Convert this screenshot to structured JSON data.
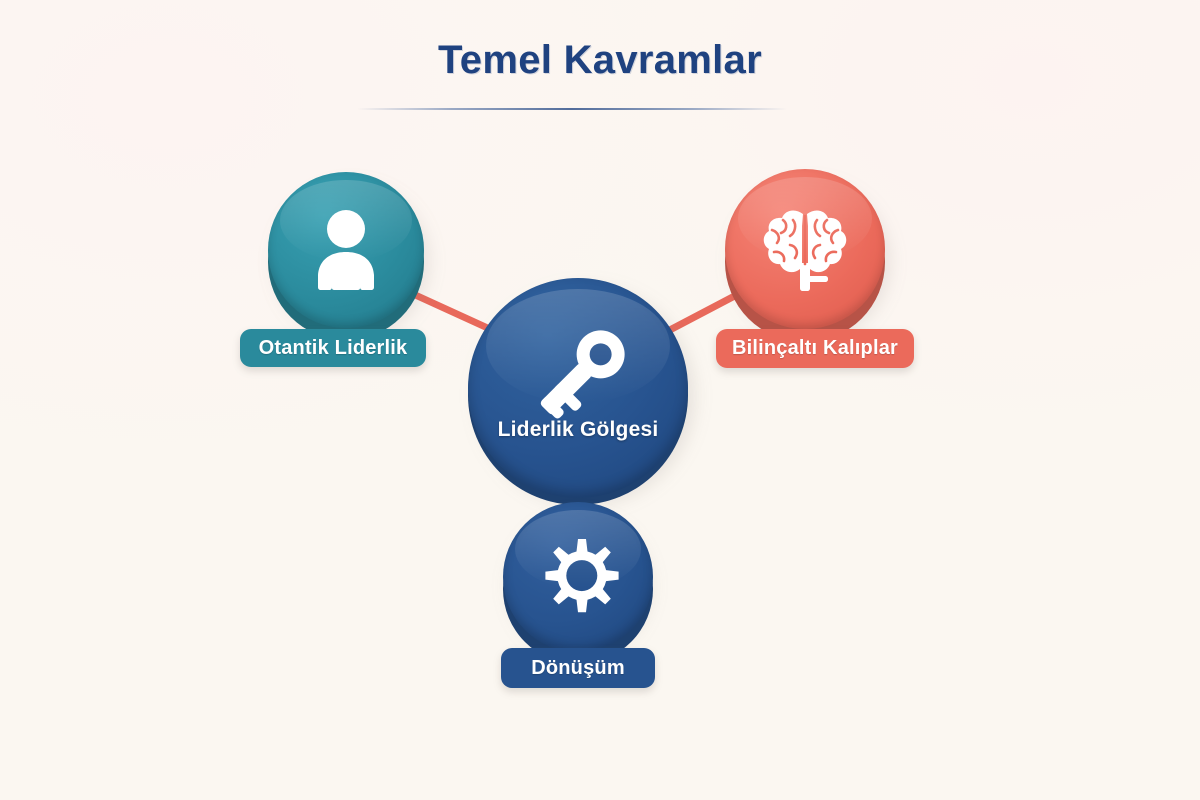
{
  "header": {
    "title": "Temel Kavramlar"
  },
  "diagram": {
    "type": "hub-and-spoke",
    "center": {
      "id": "liderlik-golgesi",
      "label": "Liderlik Gölgesi",
      "icon": "key-icon",
      "color": "#27538F"
    },
    "nodes": [
      {
        "id": "otantik-liderlik",
        "label": "Otantik Liderlik",
        "icon": "person-icon",
        "color": "#2A8A9C",
        "position": "top-left"
      },
      {
        "id": "bilincalti-kaliplar",
        "label": "Bilinçaltı Kalıplar",
        "icon": "brain-icon",
        "color": "#EB6A5B",
        "position": "top-right"
      },
      {
        "id": "donusum",
        "label": "Dönüşüm",
        "icon": "gear-icon",
        "color": "#27538F",
        "position": "bottom"
      }
    ],
    "connector_color": "#E8695B",
    "background_color": "#FBF7F1",
    "title_color": "#1F4280"
  }
}
